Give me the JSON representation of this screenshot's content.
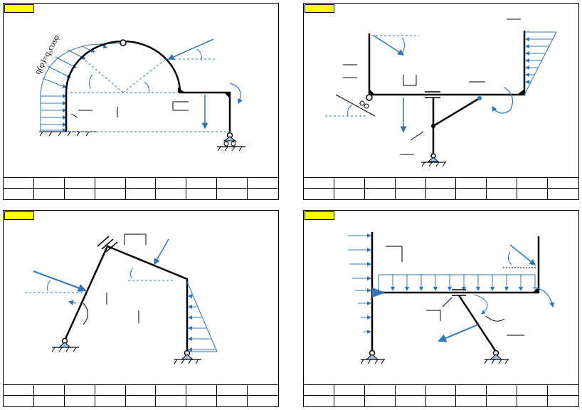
{
  "panels": [
    {
      "id": "panel-1",
      "load_formula": "q(φ)=q₀cosφ"
    },
    {
      "id": "panel-2"
    },
    {
      "id": "panel-3"
    },
    {
      "id": "panel-4"
    }
  ],
  "colors": {
    "frame": "#000000",
    "load": "#2e75b6",
    "badge": "#ffff00",
    "support": "#9dc3e6"
  }
}
